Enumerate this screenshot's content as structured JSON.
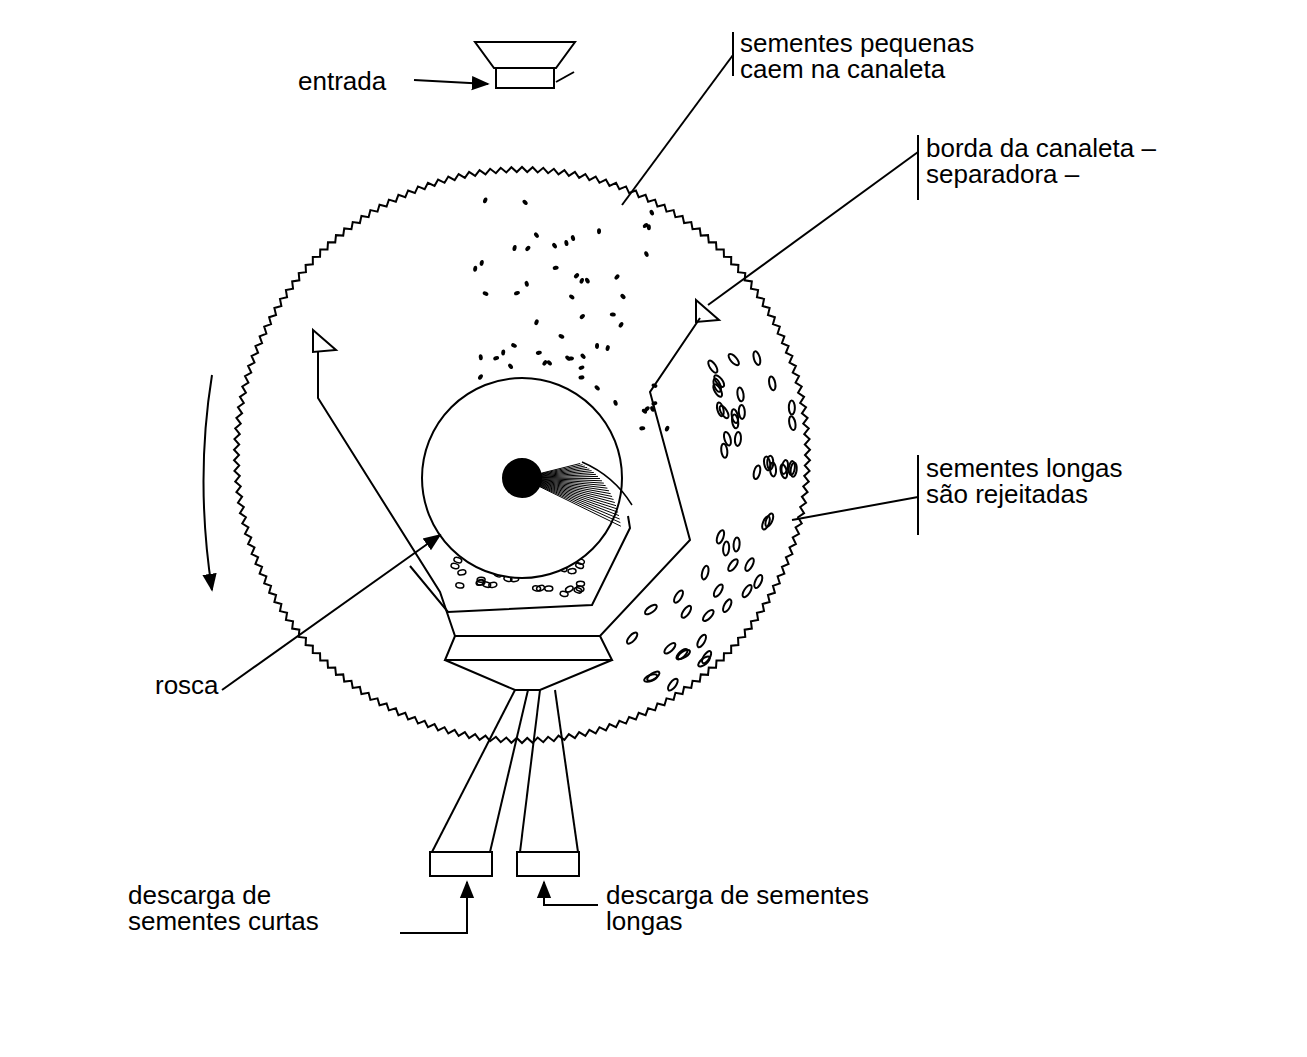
{
  "diagram": {
    "labels": [
      "entrada",
      "sementes pequenas caem na canaleta",
      "borda da canaleta – separadora –",
      "sementes longas são rejeitadas",
      "rosca",
      "descarga de sementes curtas",
      "descarga de sementes longas"
    ]
  }
}
